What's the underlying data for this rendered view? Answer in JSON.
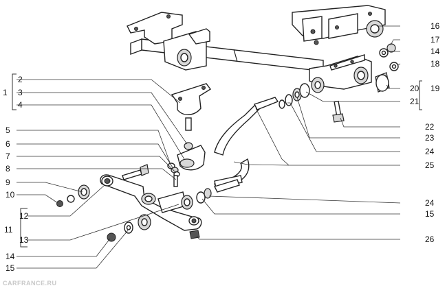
{
  "callouts_right": [
    "16",
    "17",
    "14",
    "18",
    "19",
    "20",
    "21",
    "22",
    "23",
    "24",
    "25",
    "24",
    "15",
    "26"
  ],
  "callouts_left": [
    "1",
    "2",
    "3",
    "4",
    "5",
    "6",
    "7",
    "8",
    "9",
    "10",
    "11",
    "12",
    "13",
    "14",
    "15"
  ],
  "watermark": "CARFRANCE.RU"
}
